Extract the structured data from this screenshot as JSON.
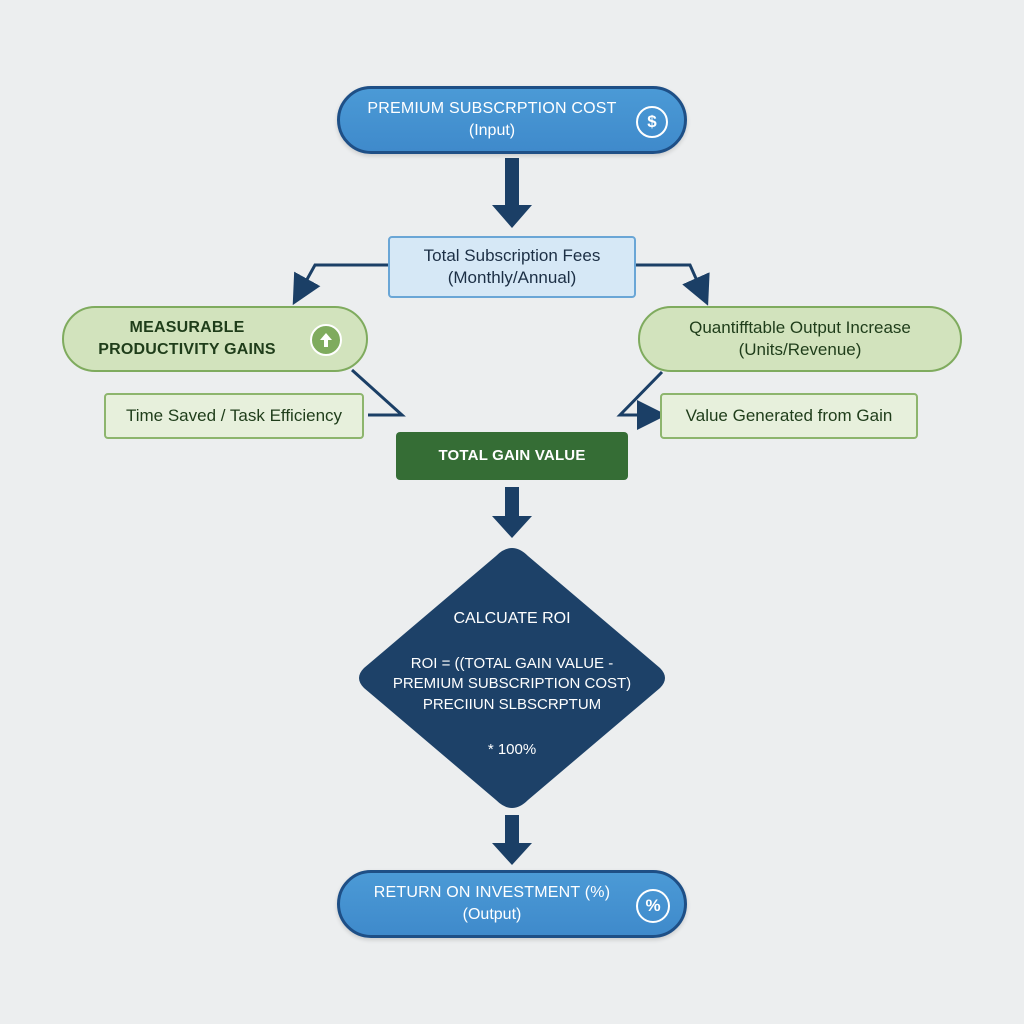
{
  "input_node": {
    "line1": "PREMIUM SUBSCRPTION COST",
    "line2": "(Input)",
    "icon": "dollar-icon",
    "icon_glyph": "$"
  },
  "fees_node": {
    "line1": "Total Subscription Fees",
    "line2": "(Monthly/Annual)"
  },
  "productivity_node": {
    "line1": "MEASURABLE",
    "line2": "PRODUCTIVITY GAINS",
    "icon": "arrow-up-icon"
  },
  "time_saved_node": {
    "label": "Time Saved / Task Efficiency"
  },
  "output_increase_node": {
    "line1": "Quantifftable Output Increase",
    "line2": "(Units/Revenue)"
  },
  "value_generated_node": {
    "label": "Value Generated from Gain"
  },
  "total_gain_node": {
    "label": "TOTAL GAIN VALUE"
  },
  "roi_calc_node": {
    "title": "CALCUATE ROI",
    "formula_line1": "ROI = ((TOTAL GAIN VALUE -",
    "formula_line2": "PREMIUM SUBSCRIPTION COST)",
    "formula_line3": "PRECIIUN SLBSCRPTUM",
    "formula_line4": "* 100%"
  },
  "output_node": {
    "line1": "RETURN ON INVESTMENT (%)",
    "line2": "(Output)",
    "icon": "percent-icon",
    "icon_glyph": "%"
  },
  "colors": {
    "background": "#eceeef",
    "blue": "#3f8acb",
    "navy": "#1b3f66",
    "green_light": "#d2e3bd",
    "green_dark": "#356d35"
  }
}
